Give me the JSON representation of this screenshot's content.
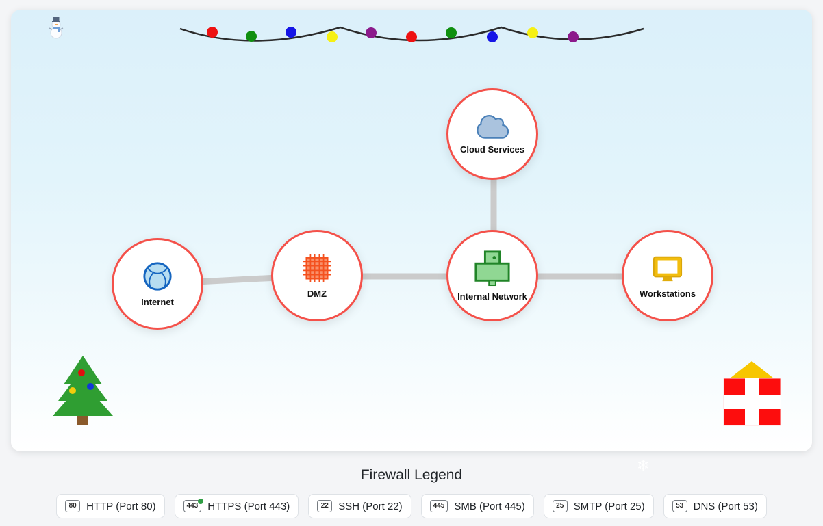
{
  "theme": {
    "node_border_color": "#f4514a",
    "connection_color": "#cbcbcb",
    "card_bg_top": "#dbf0fa",
    "card_bg_bottom": "#ffffff",
    "secure_dot_color": "#2f9e44"
  },
  "decorations": {
    "snowman_icon": "snowman",
    "snowflake_glyph": "❄",
    "lights_string_color": "#2b2b2b",
    "light_bulb_colors": [
      "#ee1111",
      "#0f8f0f",
      "#1515e6",
      "#f6f013",
      "#8b1a8b",
      "#ee1111",
      "#0f8f0f",
      "#1515e6",
      "#f6f013",
      "#8b1a8b"
    ],
    "tree_ornament_colors": [
      "#e01010",
      "#1138d8",
      "#f2cc0c"
    ]
  },
  "diagram": {
    "nodes": [
      {
        "id": "cloud",
        "label": "Cloud Services",
        "icon": "cloud-icon"
      },
      {
        "id": "internet",
        "label": "Internet",
        "icon": "globe-icon"
      },
      {
        "id": "dmz",
        "label": "DMZ",
        "icon": "firewall-icon"
      },
      {
        "id": "internal",
        "label": "Internal Network",
        "icon": "server-icon"
      },
      {
        "id": "workstations",
        "label": "Workstations",
        "icon": "monitor-icon"
      }
    ],
    "connections": [
      {
        "from": "Internet",
        "to": "DMZ"
      },
      {
        "from": "DMZ",
        "to": "Internal Network"
      },
      {
        "from": "Internal Network",
        "to": "Workstations"
      },
      {
        "from": "Cloud Services",
        "to": "Internal Network"
      }
    ]
  },
  "legend": {
    "title": "Firewall Legend",
    "items": [
      {
        "badge": "80",
        "label": "HTTP (Port 80)",
        "secure": false
      },
      {
        "badge": "443",
        "label": "HTTPS (Port 443)",
        "secure": true
      },
      {
        "badge": "22",
        "label": "SSH (Port 22)",
        "secure": false
      },
      {
        "badge": "445",
        "label": "SMB (Port 445)",
        "secure": false
      },
      {
        "badge": "25",
        "label": "SMTP (Port 25)",
        "secure": false
      },
      {
        "badge": "53",
        "label": "DNS (Port 53)",
        "secure": false
      }
    ]
  }
}
